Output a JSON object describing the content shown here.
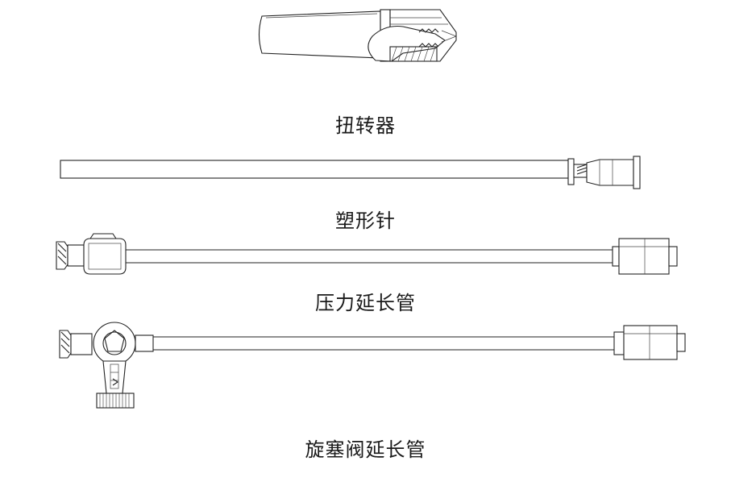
{
  "items": [
    {
      "label": "扭转器"
    },
    {
      "label": "塑形针"
    },
    {
      "label": "压力延长管"
    },
    {
      "label": "旋塞阀延长管"
    }
  ],
  "colors": {
    "line": "#222222",
    "background": "#ffffff"
  }
}
